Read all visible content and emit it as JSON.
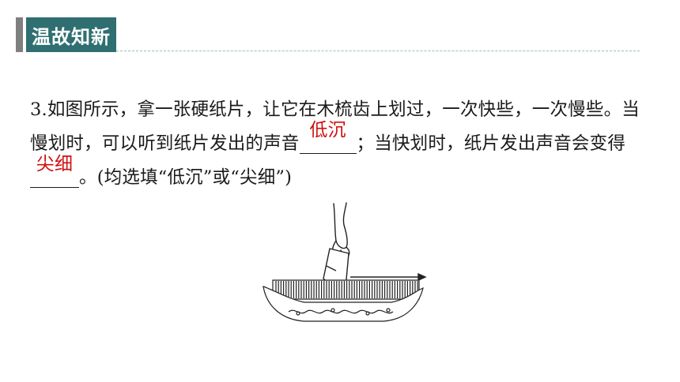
{
  "header": {
    "title": "温故知新",
    "colors": {
      "box": "#2f6f71",
      "bar": "#7f7f7f",
      "rule": "#9fbcc0"
    }
  },
  "question": {
    "number": "3.",
    "text_a": "如图所示，拿一张硬纸片，让它在木梳齿上划过，一次快些，一次慢些。当慢划时，可以听到纸片发出的声音",
    "answer_1": "低沉",
    "text_b": "；当快划时，纸片发出声音会变得",
    "answer_2": "尖细",
    "text_c": "。",
    "note": "(均选填“低沉”或“尖细”)",
    "answer_color": "#d01010"
  },
  "figure": {
    "icons": [
      "hand-icon",
      "paper-card-icon",
      "comb-icon",
      "direction-arrow-icon"
    ]
  }
}
